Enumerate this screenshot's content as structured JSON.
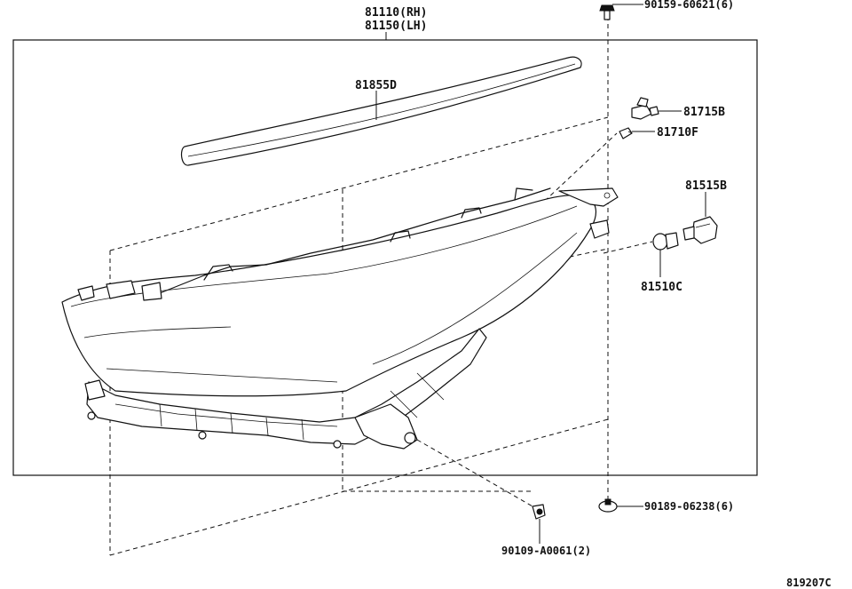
{
  "parts": {
    "headlamp_rh": "81110(RH)",
    "headlamp_lh": "81150(LH)",
    "garnish": "81855D",
    "bulb_socket_upper": "81715B",
    "bulb_upper": "81710F",
    "socket_right": "81515B",
    "bulb_lower": "81510C",
    "screw_top": "90159-60621(6)",
    "screw_right": "90189-06238(6)",
    "nut_bottom": "90109-A0061(2)"
  },
  "illustration_id": "819207C"
}
